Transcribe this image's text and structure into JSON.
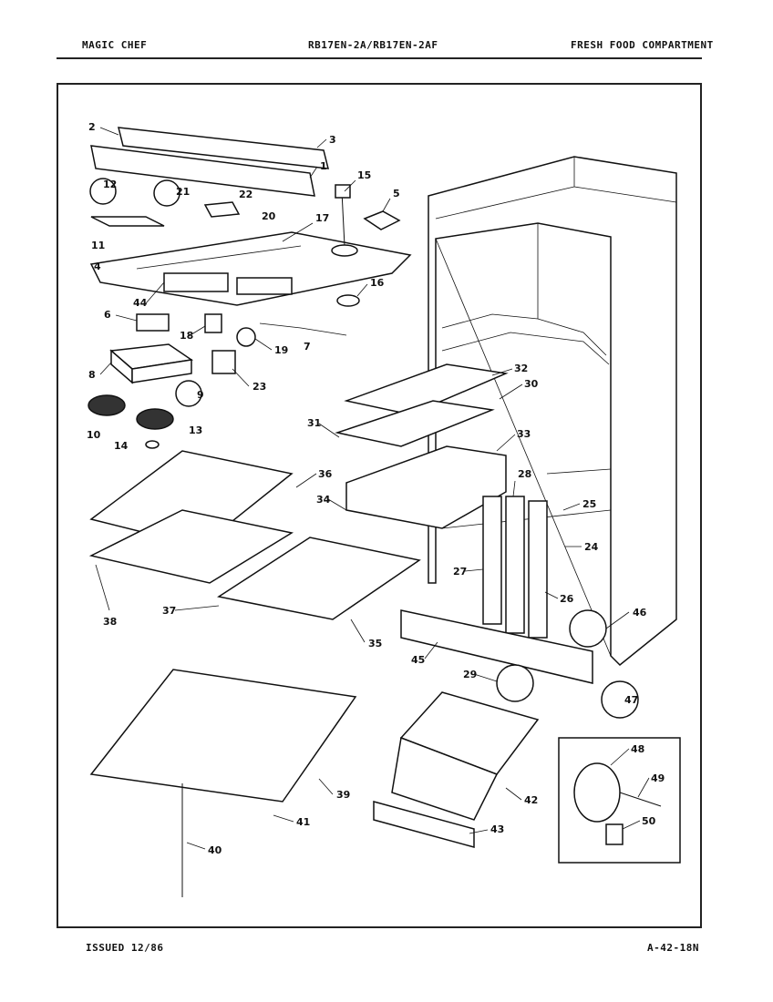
{
  "header": {
    "brand": "MAGIC CHEF",
    "model": "RB17EN-2A/RB17EN-2AF",
    "section": "FRESH FOOD COMPARTMENT"
  },
  "footer": {
    "issued": "ISSUED 12/86",
    "code": "A-42-18N"
  },
  "callouts": [
    {
      "id": "c1",
      "label": "1"
    },
    {
      "id": "c2",
      "label": "2"
    },
    {
      "id": "c3",
      "label": "3"
    },
    {
      "id": "c4",
      "label": "4"
    },
    {
      "id": "c5",
      "label": "5"
    },
    {
      "id": "c6",
      "label": "6"
    },
    {
      "id": "c7",
      "label": "7"
    },
    {
      "id": "c8",
      "label": "8"
    },
    {
      "id": "c9",
      "label": "9"
    },
    {
      "id": "c10",
      "label": "10"
    },
    {
      "id": "c11",
      "label": "11"
    },
    {
      "id": "c12",
      "label": "12"
    },
    {
      "id": "c13",
      "label": "13"
    },
    {
      "id": "c14",
      "label": "14"
    },
    {
      "id": "c15",
      "label": "15"
    },
    {
      "id": "c16",
      "label": "16"
    },
    {
      "id": "c17",
      "label": "17"
    },
    {
      "id": "c18",
      "label": "18"
    },
    {
      "id": "c19",
      "label": "19"
    },
    {
      "id": "c20",
      "label": "20"
    },
    {
      "id": "c21",
      "label": "21"
    },
    {
      "id": "c22",
      "label": "22"
    },
    {
      "id": "c23",
      "label": "23"
    },
    {
      "id": "c24",
      "label": "24"
    },
    {
      "id": "c25",
      "label": "25"
    },
    {
      "id": "c26",
      "label": "26"
    },
    {
      "id": "c27",
      "label": "27"
    },
    {
      "id": "c28",
      "label": "28"
    },
    {
      "id": "c29",
      "label": "29"
    },
    {
      "id": "c30",
      "label": "30"
    },
    {
      "id": "c31",
      "label": "31"
    },
    {
      "id": "c32",
      "label": "32"
    },
    {
      "id": "c33",
      "label": "33"
    },
    {
      "id": "c34",
      "label": "34"
    },
    {
      "id": "c35",
      "label": "35"
    },
    {
      "id": "c36",
      "label": "36"
    },
    {
      "id": "c37",
      "label": "37"
    },
    {
      "id": "c38",
      "label": "38"
    },
    {
      "id": "c39",
      "label": "39"
    },
    {
      "id": "c40",
      "label": "40"
    },
    {
      "id": "c41",
      "label": "41"
    },
    {
      "id": "c42",
      "label": "42"
    },
    {
      "id": "c43",
      "label": "43"
    },
    {
      "id": "c44",
      "label": "44"
    },
    {
      "id": "c45",
      "label": "45"
    },
    {
      "id": "c46",
      "label": "46"
    },
    {
      "id": "c47",
      "label": "47"
    },
    {
      "id": "c48",
      "label": "48"
    },
    {
      "id": "c49",
      "label": "49"
    },
    {
      "id": "c50",
      "label": "50"
    }
  ]
}
